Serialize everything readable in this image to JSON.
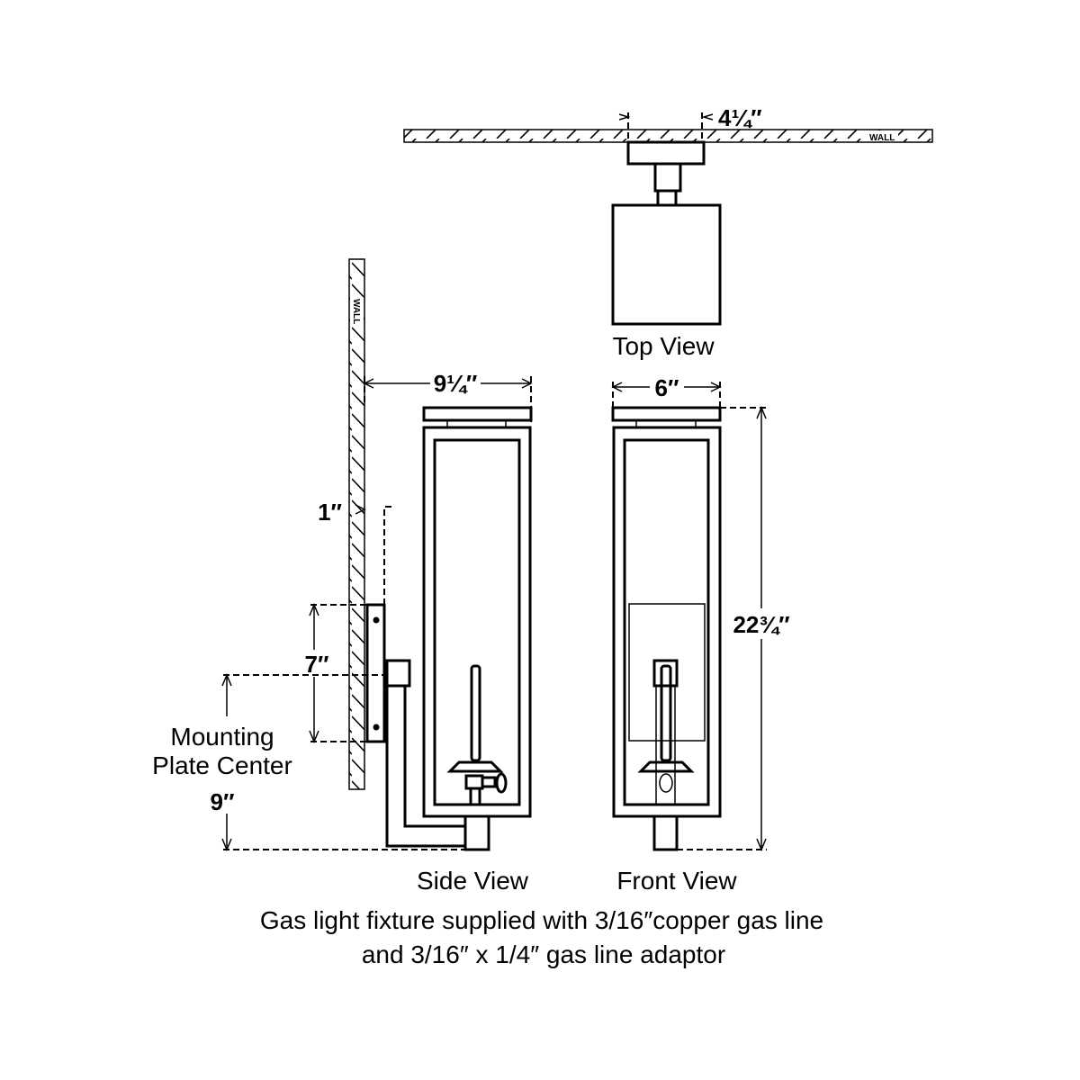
{
  "views": {
    "top": "Top View",
    "side": "Side View",
    "front": "Front View"
  },
  "wall_label": "WALL",
  "dimensions": {
    "top_plate_width": "4¼″",
    "side_depth": "9¼″",
    "front_width": "6″",
    "height": "22¾″",
    "wall_offset": "1″",
    "plate_height": "7″",
    "plate_center_height": "9″"
  },
  "mounting_label": [
    "Mounting",
    "Plate Center"
  ],
  "note": [
    "Gas light fixture supplied with 3/16″copper gas line",
    "and 3/16″ x 1/4″ gas line adaptor"
  ]
}
